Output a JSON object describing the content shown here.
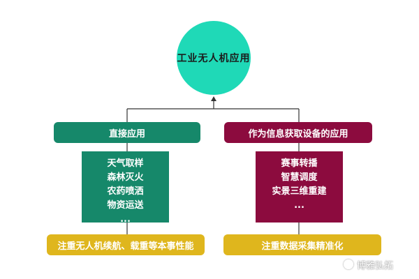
{
  "root": {
    "label": "工业无人机应用"
  },
  "branches": [
    {
      "header": "直接应用",
      "items": [
        "天气取样",
        "森林灭火",
        "农药喷洒",
        "物资运送",
        "..."
      ],
      "footer": "注重无人机续航、载重等本事性能"
    },
    {
      "header": "作为信息获取设备的应用",
      "items": [
        "赛事转播",
        "智慧调度",
        "实景三维重建",
        "..."
      ],
      "footer": "注重数据采集精准化"
    }
  ],
  "watermark": {
    "text": "博雅弘拓"
  },
  "colors": {
    "root": "#1fd9b7",
    "left_branch": "#16886a",
    "right_branch": "#8c0b3e",
    "footer": "#dfb61d",
    "connector": "#333333"
  }
}
